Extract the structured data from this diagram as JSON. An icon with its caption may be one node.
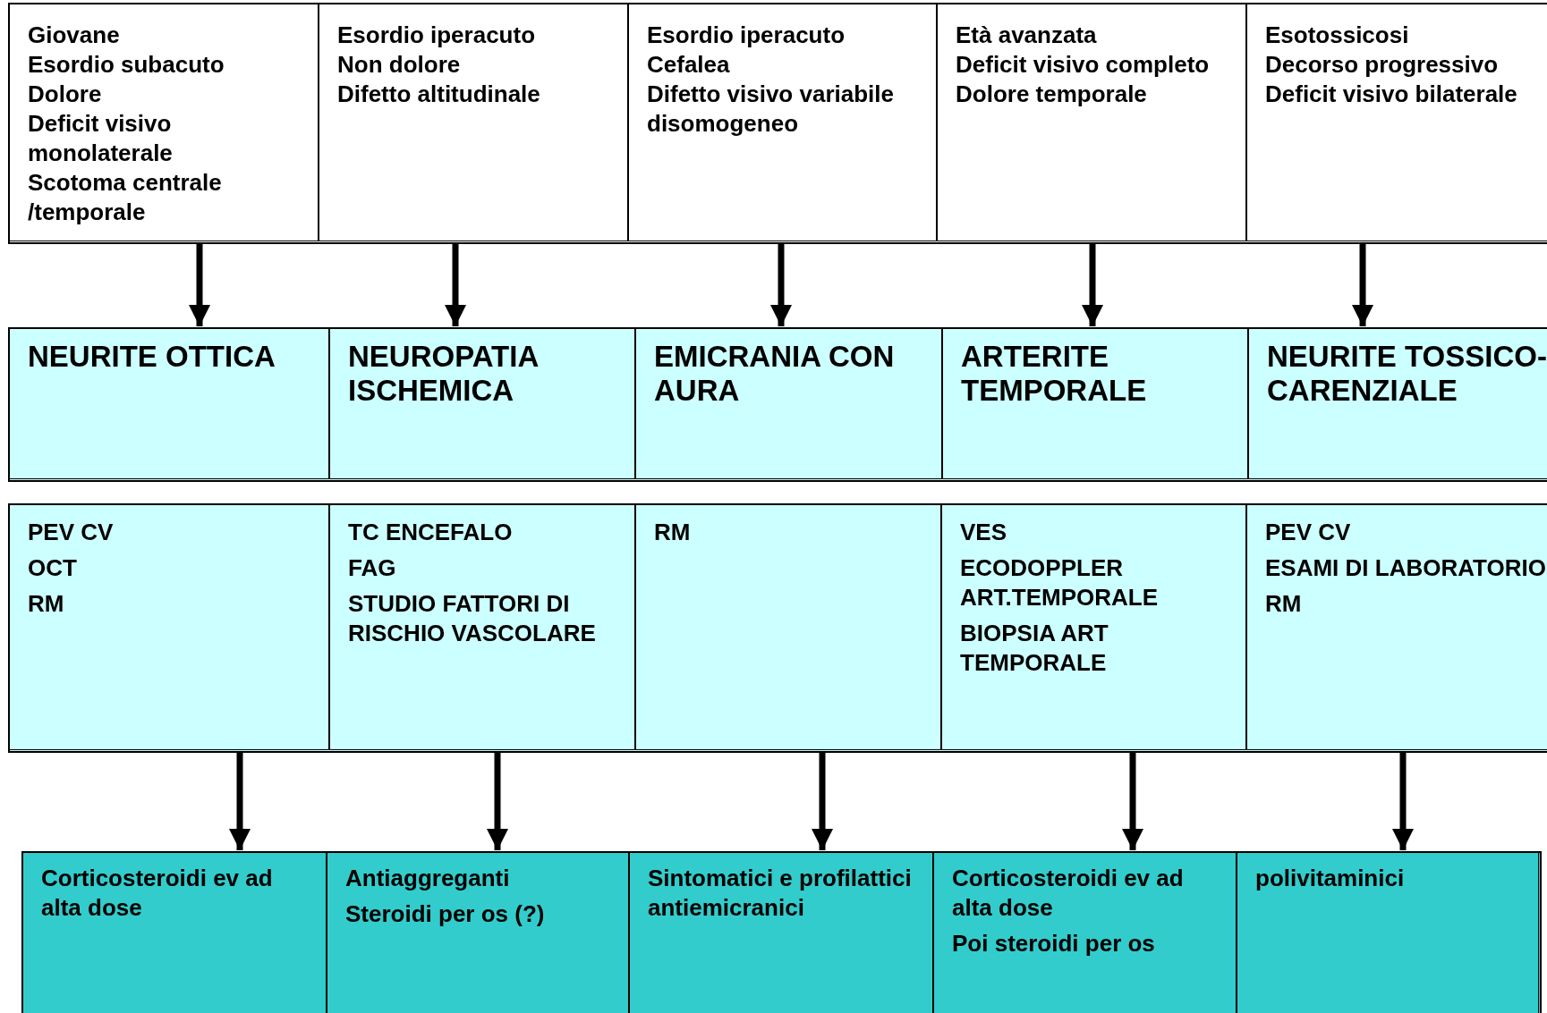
{
  "diagram": {
    "nodes": [
      {
        "text": [
          "Giovane",
          "Esordio subacuto",
          "Dolore",
          "Deficit visivo monolaterale",
          "Scotoma centrale /temporale"
        ]
      },
      {
        "text": [
          "Esordio iperacuto",
          "Non dolore",
          "Difetto altitudinale"
        ]
      },
      {
        "text": [
          "Esordio iperacuto",
          "Cefalea",
          "Difetto visivo variabile disomogeneo"
        ]
      },
      {
        "text": [
          "Età avanzata",
          "Deficit visivo completo",
          "Dolore temporale"
        ]
      },
      {
        "text": [
          "Esotossicosi",
          "Decorso progressivo",
          "Deficit visivo bilaterale"
        ]
      },
      {
        "text": [
          "NEURITE OTTICA"
        ]
      },
      {
        "text": [
          "NEUROPATIA ISCHEMICA"
        ]
      },
      {
        "text": [
          "EMICRANIA CON AURA"
        ]
      },
      {
        "text": [
          "ARTERITE TEMPORALE"
        ]
      },
      {
        "text": [
          "NEURITE TOSSICO- CARENZIALE"
        ]
      },
      {
        "text": [
          "PEV CV",
          "OCT",
          "RM"
        ]
      },
      {
        "text": [
          "TC ENCEFALO",
          "FAG",
          "STUDIO FATTORI DI RISCHIO VASCOLARE"
        ]
      },
      {
        "text": [
          "RM"
        ]
      },
      {
        "text": [
          "VES",
          "ECODOPPLER ART.TEMPORALE",
          "BIOPSIA ART TEMPORALE"
        ]
      },
      {
        "text": [
          "PEV CV",
          "ESAMI DI LABORATORIO",
          "RM"
        ]
      },
      {
        "text": [
          "Corticosteroidi ev ad alta dose"
        ]
      },
      {
        "text": [
          "Antiaggreganti",
          "Steroidi per os (?)"
        ]
      },
      {
        "text": [
          "Sintomatici e profilattici antiemicranici"
        ]
      },
      {
        "text": [
          "Corticosteroidi ev ad alta dose",
          "Poi steroidi per os"
        ]
      },
      {
        "text": [
          "polivitaminici"
        ]
      }
    ],
    "edges": [
      {
        "from": 0,
        "to": 5,
        "arrow": "to"
      },
      {
        "from": 1,
        "to": 6,
        "arrow": "to"
      },
      {
        "from": 2,
        "to": 7,
        "arrow": "to"
      },
      {
        "from": 3,
        "to": 8,
        "arrow": "to"
      },
      {
        "from": 4,
        "to": 9,
        "arrow": "to"
      },
      {
        "from": 10,
        "to": 15,
        "arrow": "to"
      },
      {
        "from": 11,
        "to": 16,
        "arrow": "to"
      },
      {
        "from": 12,
        "to": 17,
        "arrow": "to"
      },
      {
        "from": 13,
        "to": 18,
        "arrow": "to"
      },
      {
        "from": 14,
        "to": 19,
        "arrow": "to"
      }
    ]
  }
}
